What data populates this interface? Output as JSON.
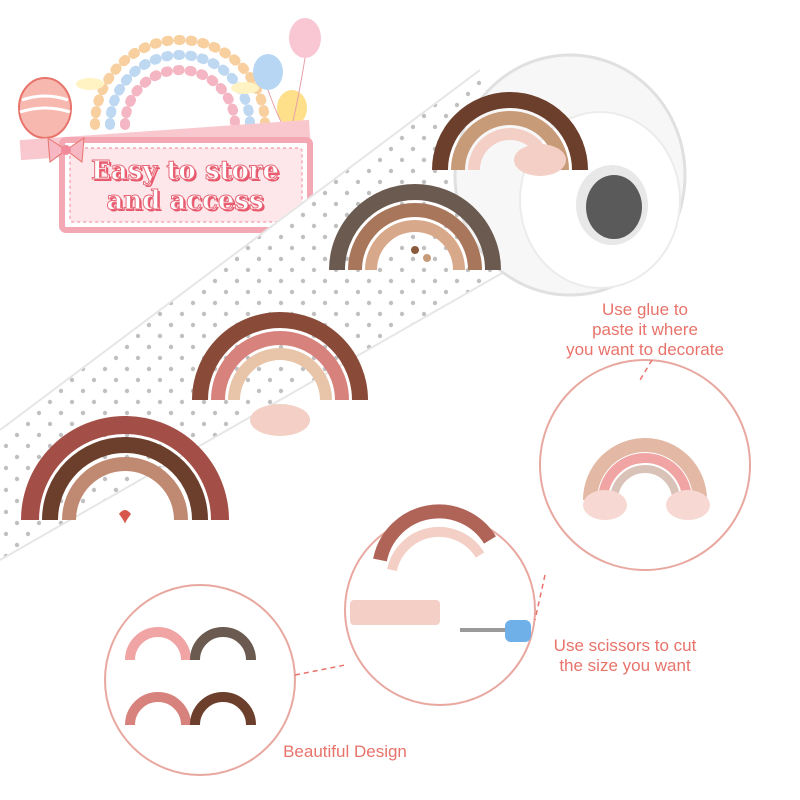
{
  "banner": {
    "line1": "Easy to store",
    "line2": "and access"
  },
  "callouts": {
    "glue": [
      "Use glue to",
      "paste it where",
      "you want to decorate"
    ],
    "scissors": [
      "Use scissors to cut",
      "the size you want"
    ],
    "design": "Beautiful Design"
  },
  "colors": {
    "accent": "#e8736a",
    "banner_pink": "#f4a8b4",
    "banner_text_shadow": "#e8576c",
    "circle_border": "#e8a8a0",
    "rainbow_brown": "#6b3f2c",
    "rainbow_tan": "#c79a78",
    "rainbow_pink": "#d7827c",
    "rainbow_blush": "#f3cfc6",
    "roll_core": "#5a5a5a"
  },
  "icons": [
    "hot-air-balloon-icon",
    "balloon-icon",
    "bow-icon",
    "cloud-icon",
    "heart-icon",
    "scissors-icon"
  ]
}
